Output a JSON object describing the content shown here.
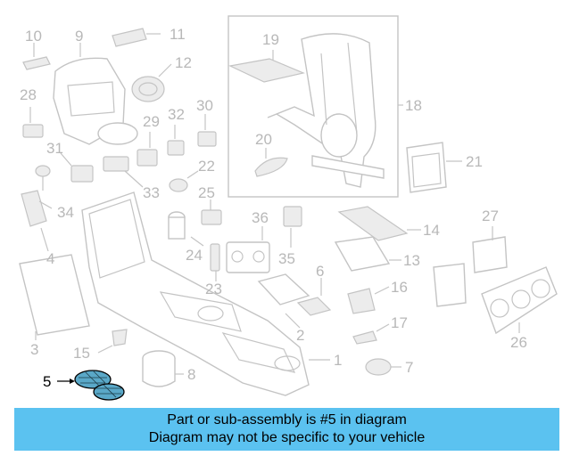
{
  "callouts": [
    "1",
    "2",
    "3",
    "4",
    "5",
    "6",
    "7",
    "8",
    "9",
    "10",
    "11",
    "12",
    "13",
    "14",
    "15",
    "16",
    "17",
    "18",
    "19",
    "20",
    "21",
    "22",
    "23",
    "24",
    "25",
    "26",
    "27",
    "28",
    "29",
    "30",
    "31",
    "32",
    "33",
    "34",
    "35",
    "36"
  ],
  "highlighted_part": "5",
  "colors": {
    "highlight_fill": "#5aa8c8",
    "banner": "#5bc2f0",
    "line_art": "#c4c4c4"
  },
  "banner": {
    "line1": "Part or sub-assembly is #5 in diagram",
    "line2": "Diagram may not be specific to your vehicle"
  }
}
